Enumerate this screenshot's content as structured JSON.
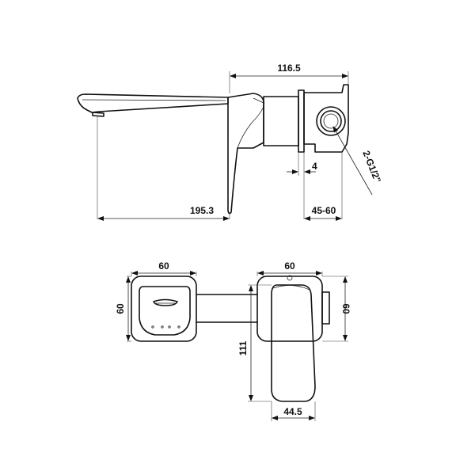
{
  "colors": {
    "line": "#111111",
    "background": "#ffffff"
  },
  "side_view": {
    "dim_total_depth": "116.5",
    "dim_spout_reach": "195.3",
    "dim_wall_gap": "4",
    "dim_wall_range": "45-60",
    "dim_thread": "2-G1/2\""
  },
  "front_view": {
    "spout_plate_width": "60",
    "spout_plate_height": "60",
    "handle_plate_width": "60",
    "handle_plate_height": "60",
    "handle_lever_height": "111",
    "handle_lever_width": "44.5"
  }
}
